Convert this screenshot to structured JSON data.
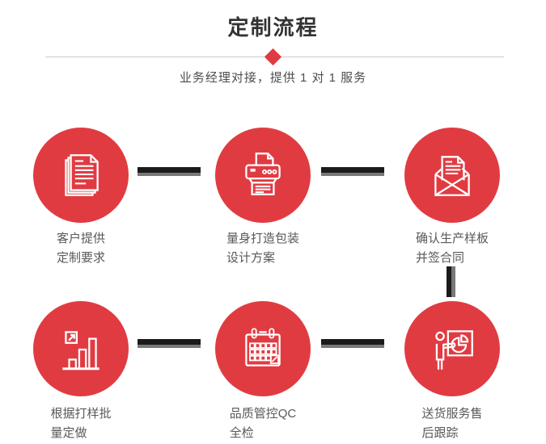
{
  "header": {
    "title": "定制流程",
    "subtitle": "业务经理对接，提供 1 对 1 服务"
  },
  "colors": {
    "accent_red": "#e13b42",
    "connector_dark": "#1b1b1b",
    "connector_gray": "#787878",
    "divider_line": "#cccccc",
    "title_text": "#333333",
    "subtitle_text": "#4d4d4d",
    "label_text": "#595959",
    "icon_stroke": "#ffffff",
    "background": "#ffffff"
  },
  "steps": [
    {
      "icon": "documents-icon",
      "label_lines": [
        "客户提供",
        "定制要求"
      ]
    },
    {
      "icon": "printer-icon",
      "label_lines": [
        "量身打造包装",
        "设计方案"
      ]
    },
    {
      "icon": "envelope-icon",
      "label_lines": [
        "确认生产样板",
        "并签合同"
      ]
    },
    {
      "icon": "bar-chart-icon",
      "label_lines": [
        "根据打样批",
        "量定做"
      ]
    },
    {
      "icon": "calendar-icon",
      "label_lines": [
        "品质管控QC",
        "全检"
      ]
    },
    {
      "icon": "presentation-icon",
      "label_lines": [
        "送货服务售",
        "后跟踪"
      ]
    }
  ]
}
